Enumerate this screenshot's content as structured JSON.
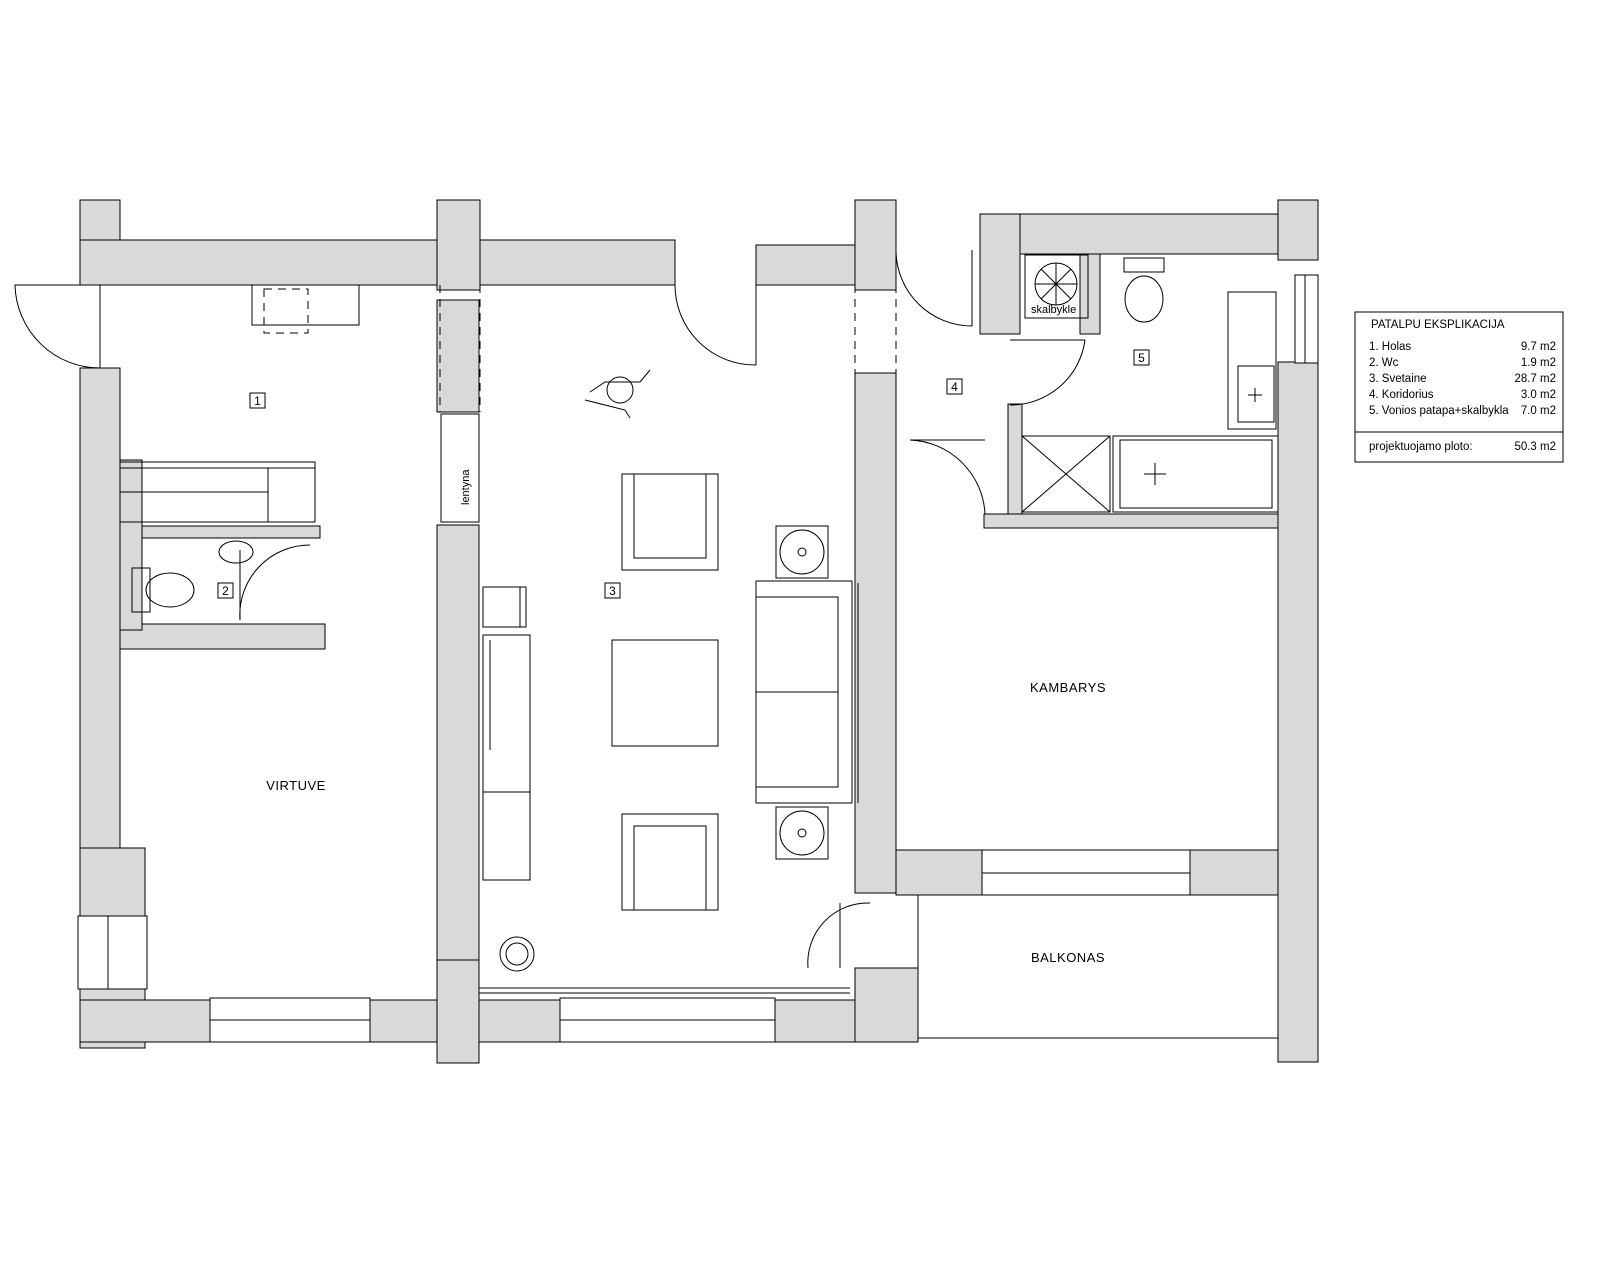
{
  "rooms": {
    "virtuve": "VIRTUVE",
    "kambarys": "KAMBARYS",
    "balkonas": "BALKONAS"
  },
  "room_numbers": [
    "1",
    "2",
    "3",
    "4",
    "5"
  ],
  "fixtures": {
    "lentyna": "lentyna",
    "skalbykle": "skalbykle"
  },
  "legend": {
    "title": "PATALPU EKSPLIKACIJA",
    "items": [
      {
        "name": "1. Holas",
        "area": "9.7 m2"
      },
      {
        "name": "2. Wc",
        "area": "1.9 m2"
      },
      {
        "name": "3. Svetaine",
        "area": "28.7 m2"
      },
      {
        "name": "4. Koridorius",
        "area": "3.0 m2"
      },
      {
        "name": "5. Vonios patapa+skalbykla",
        "area": "7.0 m2"
      }
    ],
    "total_label": "projektuojamo ploto:",
    "total_area": "50.3 m2"
  }
}
